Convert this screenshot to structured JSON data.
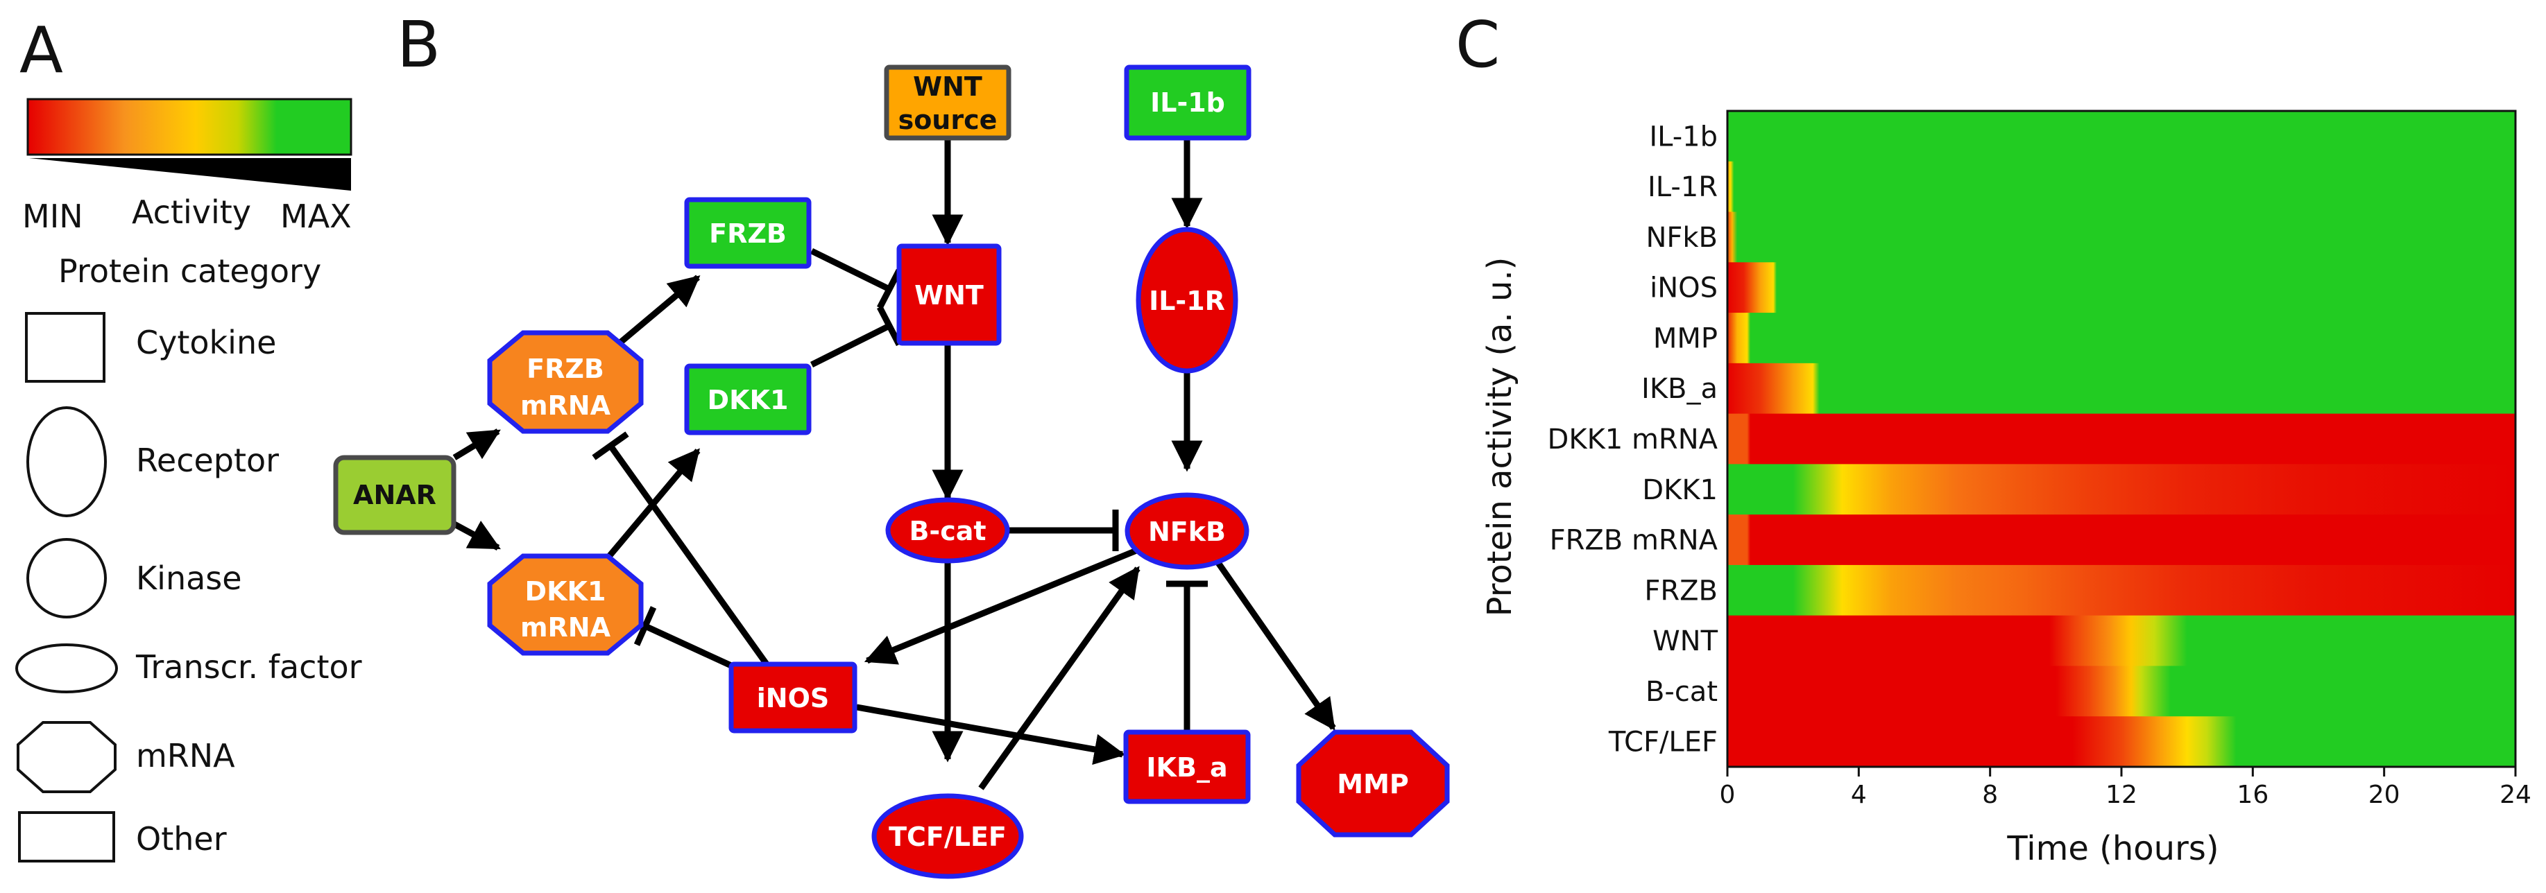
{
  "panels": {
    "a": "A",
    "b": "B",
    "c": "C"
  },
  "legend": {
    "min_label": "MIN",
    "activity_label": "Activity",
    "max_label": "MAX",
    "category_title": "Protein category",
    "categories": [
      {
        "shape": "square",
        "label": "Cytokine"
      },
      {
        "shape": "tall-ellipse",
        "label": "Receptor"
      },
      {
        "shape": "circle",
        "label": "Kinase"
      },
      {
        "shape": "flat-ellipse",
        "label": "Transcr. factor"
      },
      {
        "shape": "octagon",
        "label": "mRNA"
      },
      {
        "shape": "rectangle",
        "label": "Other"
      }
    ]
  },
  "colors": {
    "red": "#e60000",
    "orange": "#f7931e",
    "yellow": "#ffee00",
    "green": "#22cc22",
    "wnt_source": "#ffa500",
    "anar": "#9acd32",
    "mrna_orange": "#f7841e",
    "node_border": "#2222ee",
    "gray_border": "#4a4a4a"
  },
  "network": {
    "nodes": [
      {
        "id": "wnt_source",
        "label": [
          "WNT",
          "source"
        ]
      },
      {
        "id": "il1b",
        "label": [
          "IL-1b"
        ]
      },
      {
        "id": "frzb",
        "label": [
          "FRZB"
        ]
      },
      {
        "id": "wnt",
        "label": [
          "WNT"
        ]
      },
      {
        "id": "il1r",
        "label": [
          "IL-1R"
        ]
      },
      {
        "id": "frzb_mrna",
        "label": [
          "FRZB",
          "mRNA"
        ]
      },
      {
        "id": "dkk1",
        "label": [
          "DKK1"
        ]
      },
      {
        "id": "anar",
        "label": [
          "ANAR"
        ]
      },
      {
        "id": "bcat",
        "label": [
          "B-cat"
        ]
      },
      {
        "id": "nfkb",
        "label": [
          "NFkB"
        ]
      },
      {
        "id": "dkk1_mrna",
        "label": [
          "DKK1",
          "mRNA"
        ]
      },
      {
        "id": "inos",
        "label": [
          "iNOS"
        ]
      },
      {
        "id": "ikba",
        "label": [
          "IKB_a"
        ]
      },
      {
        "id": "mmp",
        "label": [
          "MMP"
        ]
      },
      {
        "id": "tcflef",
        "label": [
          "TCF/LEF"
        ]
      }
    ]
  },
  "chart_data": {
    "type": "heatmap",
    "xlabel": "Time (hours)",
    "ylabel": "Protein activity (a. u.)",
    "xlim": [
      0,
      24
    ],
    "xticks": [
      0,
      4,
      8,
      12,
      16,
      20,
      24
    ],
    "value_scale": "0 = MIN (red), 1 = MAX (green)",
    "rows": [
      {
        "name": "IL-1b",
        "time": [
          0,
          24
        ],
        "activity": [
          1,
          1
        ]
      },
      {
        "name": "IL-1R",
        "time": [
          0,
          0.1,
          0.2,
          24
        ],
        "activity": [
          0.5,
          0.6,
          1,
          1
        ]
      },
      {
        "name": "NFkB",
        "time": [
          0,
          0.15,
          0.3,
          24
        ],
        "activity": [
          0.2,
          0.5,
          1,
          1
        ]
      },
      {
        "name": "iNOS",
        "time": [
          0,
          0.5,
          1,
          1.4,
          1.5,
          24
        ],
        "activity": [
          0,
          0.1,
          0.45,
          0.6,
          1,
          1
        ]
      },
      {
        "name": "MMP",
        "time": [
          0,
          0.3,
          0.6,
          0.7,
          24
        ],
        "activity": [
          0.1,
          0.5,
          0.6,
          1,
          1
        ]
      },
      {
        "name": "IKB_a",
        "time": [
          0,
          1,
          2,
          2.6,
          2.8,
          24
        ],
        "activity": [
          0,
          0.15,
          0.45,
          0.6,
          1,
          1
        ]
      },
      {
        "name": "DKK1 mRNA",
        "time": [
          0,
          0.6,
          0.7,
          24
        ],
        "activity": [
          0.25,
          0.25,
          0,
          0
        ]
      },
      {
        "name": "DKK1",
        "time": [
          0,
          2,
          3.5,
          5,
          7,
          9,
          11,
          14,
          18,
          24
        ],
        "activity": [
          1,
          1,
          0.6,
          0.45,
          0.33,
          0.25,
          0.18,
          0.1,
          0.04,
          0
        ]
      },
      {
        "name": "FRZB mRNA",
        "time": [
          0,
          0.6,
          0.7,
          24
        ],
        "activity": [
          0.25,
          0.25,
          0,
          0
        ]
      },
      {
        "name": "FRZB",
        "time": [
          0,
          2,
          3.5,
          5,
          7,
          9,
          11,
          14,
          18,
          24
        ],
        "activity": [
          1,
          1,
          0.6,
          0.45,
          0.36,
          0.3,
          0.22,
          0.12,
          0.05,
          0
        ]
      },
      {
        "name": "WNT",
        "time": [
          0,
          9.8,
          10.6,
          11.6,
          12.3,
          13,
          14,
          24
        ],
        "activity": [
          0,
          0,
          0.2,
          0.4,
          0.55,
          0.75,
          1,
          1
        ]
      },
      {
        "name": "B-cat",
        "time": [
          0,
          10,
          11,
          11.8,
          12.3,
          12.6,
          13.5,
          24
        ],
        "activity": [
          0,
          0,
          0.2,
          0.4,
          0.55,
          0.75,
          1,
          1
        ]
      },
      {
        "name": "TCF/LEF",
        "time": [
          0,
          10.5,
          12,
          13.2,
          14,
          14.6,
          15.5,
          24
        ],
        "activity": [
          0,
          0,
          0.2,
          0.45,
          0.6,
          0.75,
          1,
          1
        ]
      }
    ]
  }
}
